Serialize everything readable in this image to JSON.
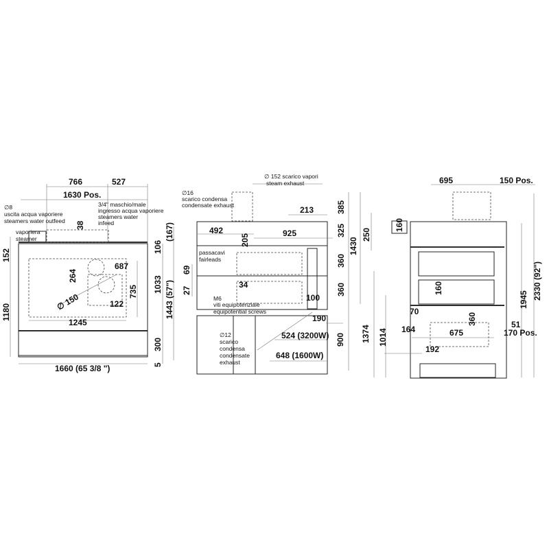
{
  "front_view": {
    "dim_766": "766",
    "dim_527": "527",
    "dim_1630": "1630 Pos.",
    "note_outfeed": [
      "∅8",
      "uscita acqua vaporiere",
      "steamers water outfeed"
    ],
    "note_infeed": [
      "3/4\" maschio/male",
      "ingresso acqua vaporiere",
      "steamers water",
      "infeed"
    ],
    "note_steamer": [
      "vaporiera",
      "steamer"
    ],
    "dim_38": "38",
    "dim_152": "152",
    "dim_1180": "1180",
    "dim_264": "264",
    "dim_687": "687",
    "dim_150": "∅ 150",
    "dim_735": "735",
    "dim_122": "122",
    "dim_1245": "1245",
    "dim_106": "106",
    "dim_167": "(167)",
    "dim_1033": "1033",
    "dim_1443": "1443 (57\")",
    "dim_300": "300",
    "dim_5": "5",
    "dim_1660": "1660 (65 3/8 \")"
  },
  "side_view": {
    "note_steam": [
      "∅ 152 scarico vapori",
      "steam exhaust"
    ],
    "note_condensate_top": [
      "∅16",
      "scarico condensa",
      "condensate exhaust"
    ],
    "dim_213": "213",
    "dim_385": "385",
    "dim_325": "325",
    "dim_1430": "1430",
    "dim_492": "492",
    "dim_205": "205",
    "dim_925": "925",
    "dim_360a": "360",
    "dim_360b": "360",
    "note_fairleads": [
      "passacavi",
      "fairleads"
    ],
    "dim_69": "69",
    "dim_27": "27",
    "dim_34": "34",
    "note_screws": [
      "M6",
      "viti equipotenziale",
      "equipotential screws"
    ],
    "dim_100": "100",
    "dim_190": "190",
    "dim_1374": "1374",
    "note_condensate_bottom": [
      "∅12",
      "scarico",
      "condensa",
      "condensate",
      "exhaust"
    ],
    "dim_524": "524 (3200W)",
    "dim_900": "900",
    "dim_648": "648 (1600W)"
  },
  "rear_view": {
    "dim_695": "695",
    "dim_150": "150 Pos.",
    "dim_250": "250",
    "dim_160a": "160",
    "dim_160b": "160",
    "dim_1945": "1945",
    "dim_2330": "2330 (92\")",
    "dim_70": "70",
    "dim_164": "164",
    "dim_1014": "1014",
    "dim_360": "360",
    "dim_51": "51",
    "dim_675": "675",
    "dim_170": "170 Pos.",
    "dim_192": "192"
  }
}
